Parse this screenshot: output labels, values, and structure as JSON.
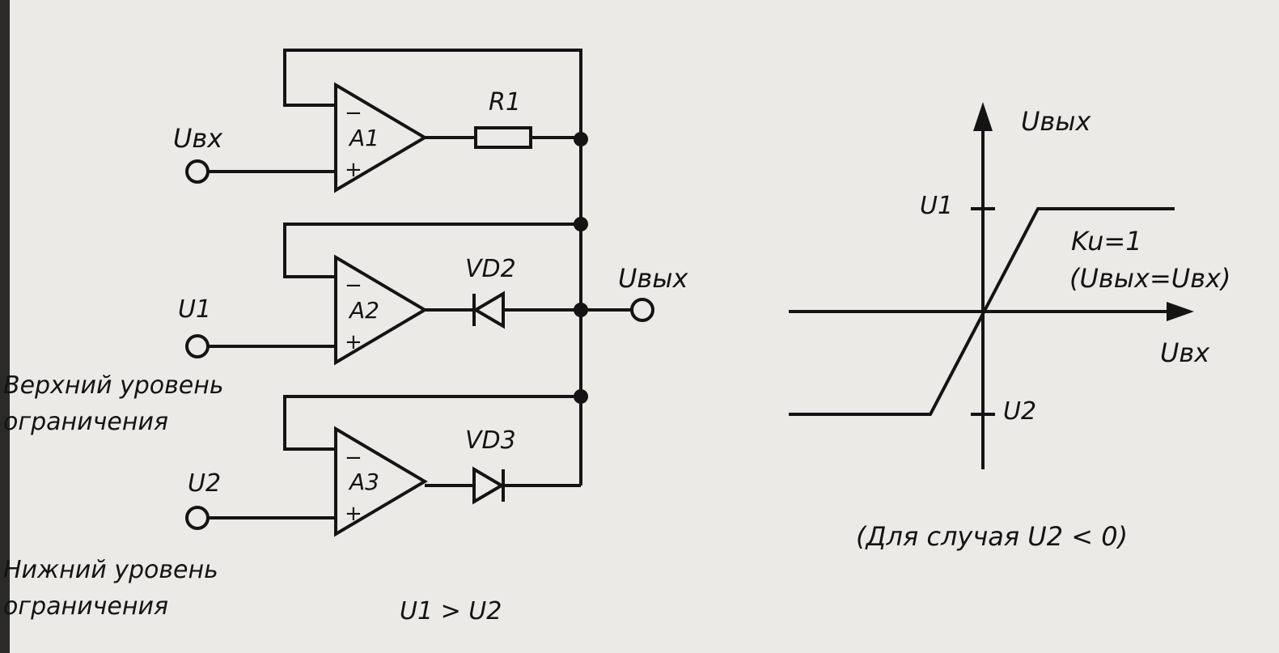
{
  "circuit": {
    "input_label": "Uвх",
    "output_label": "Uвых",
    "u1_label": "U1",
    "u2_label": "U2",
    "opamps": [
      "A1",
      "A2",
      "A3"
    ],
    "minus": "−",
    "plus": "+",
    "resistor": "R1",
    "diode_top": "VD2",
    "diode_bottom": "VD3",
    "upper_level_1": "Верхний уровень",
    "upper_level_2": "ограничения",
    "lower_level_1": "Нижний уровень",
    "lower_level_2": "ограничения",
    "condition": "U1 > U2"
  },
  "graph": {
    "y_axis_label": "Uвых",
    "x_axis_label": "Uвх",
    "u1_label": "U1",
    "u2_label": "U2",
    "gain_label": "Ku=1",
    "gain_note": "(Uвых=Uвх)",
    "caption": "(Для случая U2 < 0)"
  },
  "colors": {
    "ink": "#141414",
    "paper": "#eceae6"
  }
}
